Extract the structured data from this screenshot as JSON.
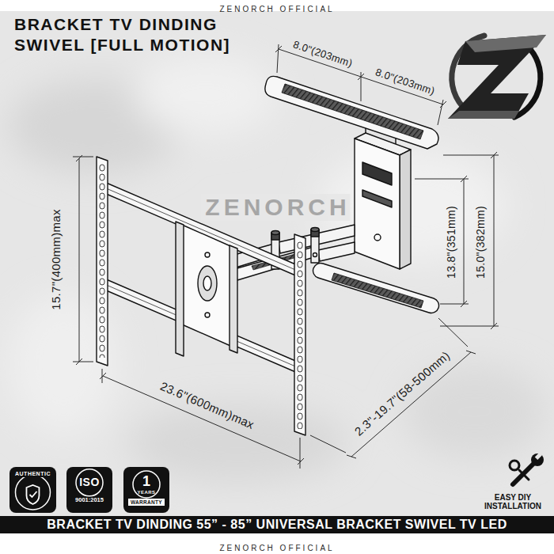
{
  "diagram": {
    "title": "BRACKET TV DINDING SWIVEL [FULL MOTION]",
    "nodes": [
      {
        "text": [
          "AUTHENTIC"
        ]
      },
      {
        "text": [
          "ISO",
          "9001:2015"
        ]
      },
      {
        "text": [
          "1",
          "YEARS",
          "WARRANTY"
        ]
      },
      {
        "text": [
          "BRACKET TV DINDING 55” - 85” UNIVERSAL BRACKET SWIVEL TV LED"
        ]
      }
    ],
    "labels": [
      "ZENORCH OFFICIAL",
      "8.0\"(203mm)",
      "8.0\"(203mm)",
      "15.7\"(400mm)max",
      "ZENORCH",
      "13.8\"(351mm)",
      "15.0\"(382mm)",
      "23.6\"(600mm)max",
      "2.3\"-19.7\"(58-500mm)",
      "EASY DIY INSTALLATION",
      "ZENORCH OFFICIAL"
    ]
  }
}
